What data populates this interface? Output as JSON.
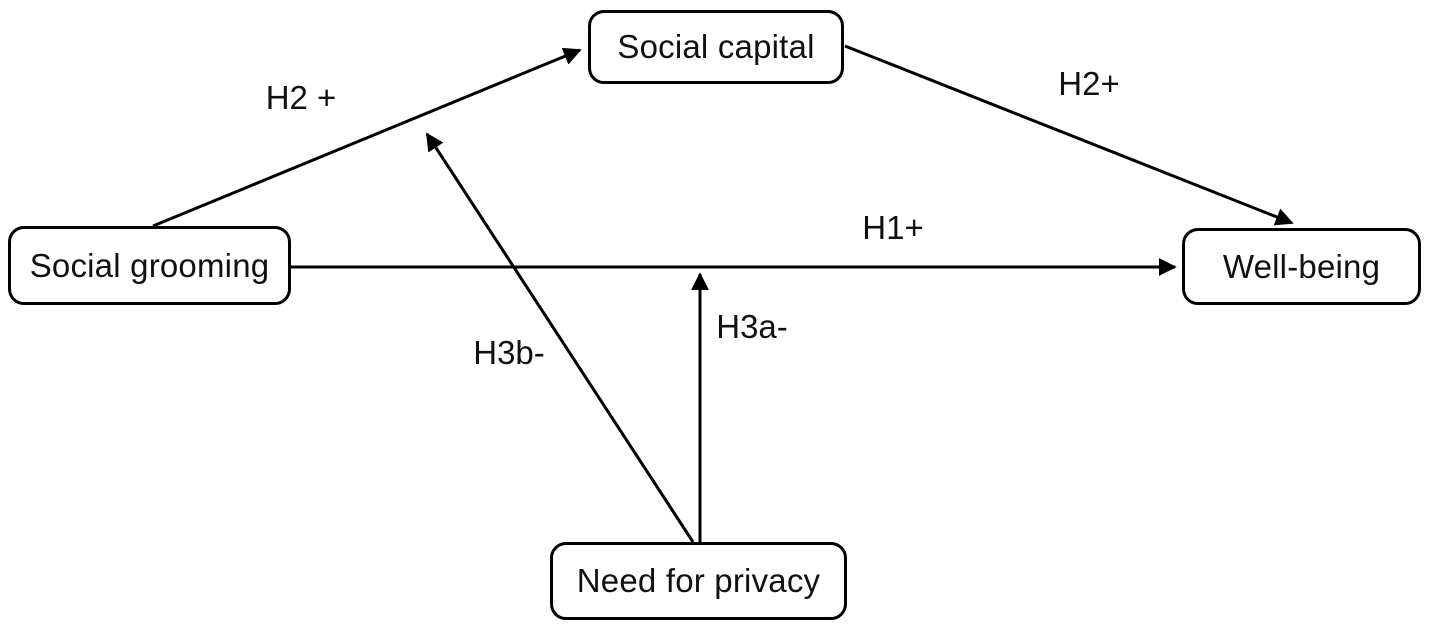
{
  "diagram": {
    "type": "path-model",
    "background_color": "#ffffff",
    "line_color": "#000000",
    "text_color": "#111111",
    "nodes": {
      "social_grooming": {
        "label": "Social grooming"
      },
      "social_capital": {
        "label": "Social capital"
      },
      "well_being": {
        "label": "Well-being"
      },
      "need_for_privacy": {
        "label": "Need for privacy"
      }
    },
    "edges": [
      {
        "from": "social_grooming",
        "to": "social_capital",
        "label": "H2 +"
      },
      {
        "from": "social_capital",
        "to": "well_being",
        "label": "H2+"
      },
      {
        "from": "social_grooming",
        "to": "well_being",
        "label": "H1+"
      },
      {
        "from": "need_for_privacy",
        "to": "path_grooming_wellbeing",
        "label": "H3a-"
      },
      {
        "from": "need_for_privacy",
        "to": "path_grooming_capital",
        "label": "H3b-"
      }
    ]
  }
}
